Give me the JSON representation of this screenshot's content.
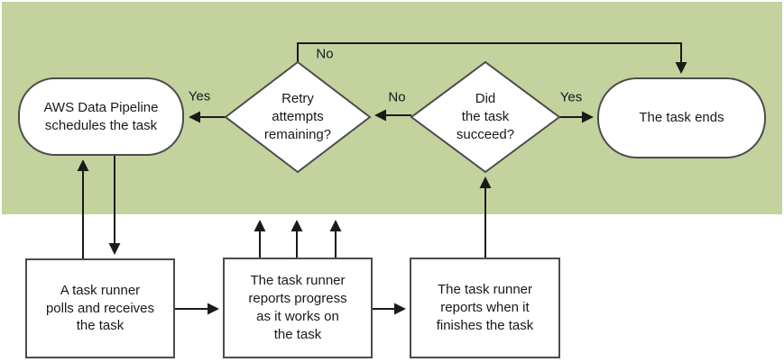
{
  "diagram": {
    "nodes": {
      "schedule": "AWS Data Pipeline\nschedules the task",
      "retry": "Retry\nattempts\nremaining?",
      "succeed": "Did\nthe task\nsucceed?",
      "task_ends": "The task ends",
      "poll": "A task runner\npolls and receives\nthe task",
      "progress": "The task runner\nreports progress\nas it works on\nthe task",
      "finish": "The task runner\nreports when it\nfinishes the task"
    },
    "edge_labels": {
      "retry_yes": "Yes",
      "retry_no": "No",
      "succeed_no": "No",
      "succeed_yes": "Yes"
    },
    "colors": {
      "zone_background": "#c4d29e",
      "node_fill": "#ffffff",
      "node_border": "#4c4c4c",
      "connector": "#1a1a1a",
      "text": "#16191f"
    }
  }
}
